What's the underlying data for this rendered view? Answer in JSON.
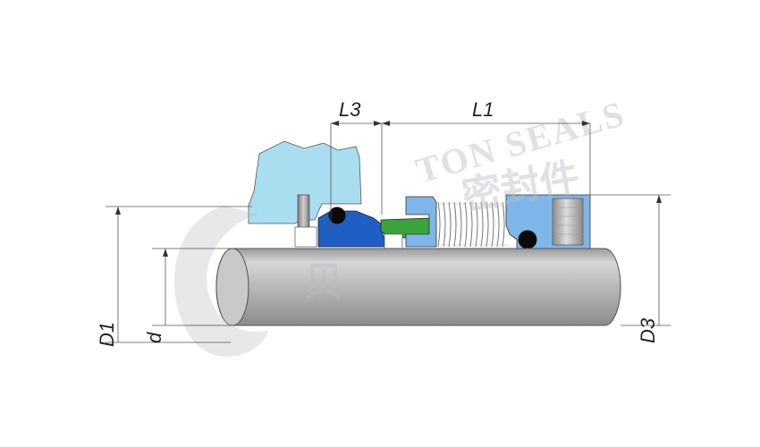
{
  "diagram": {
    "dimensions": {
      "L3": "L3",
      "L1": "L1",
      "D1": "D1",
      "d": "d",
      "D3": "D3"
    },
    "watermark": {
      "latin": "TON SEALS",
      "chinese_left": "贝",
      "chinese_mid": "密封件"
    },
    "colors": {
      "gland": "#a9def0",
      "seat": "#1f5fc4",
      "face": "#3aa33a",
      "retainer": "#7fb6ea",
      "shaft": "#b3b3b3",
      "oring": "#0a0a0a"
    }
  }
}
